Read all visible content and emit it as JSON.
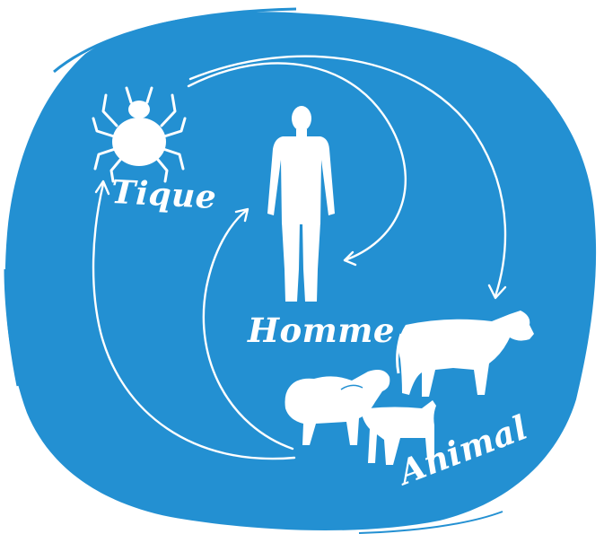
{
  "colors": {
    "background": "#ffffff",
    "blob": "#2390d2",
    "foreground": "#ffffff"
  },
  "nodes": [
    {
      "id": "tick",
      "label": "Tique",
      "icon": "tick-icon"
    },
    {
      "id": "human",
      "label": "Homme",
      "icon": "human-icon"
    },
    {
      "id": "animal",
      "label": "Animal",
      "icon": "livestock-icon"
    }
  ],
  "edges": [
    {
      "from": "tick",
      "to": "human"
    },
    {
      "from": "tick",
      "to": "animal"
    },
    {
      "from": "animal",
      "to": "tick"
    },
    {
      "from": "animal",
      "to": "human"
    }
  ]
}
